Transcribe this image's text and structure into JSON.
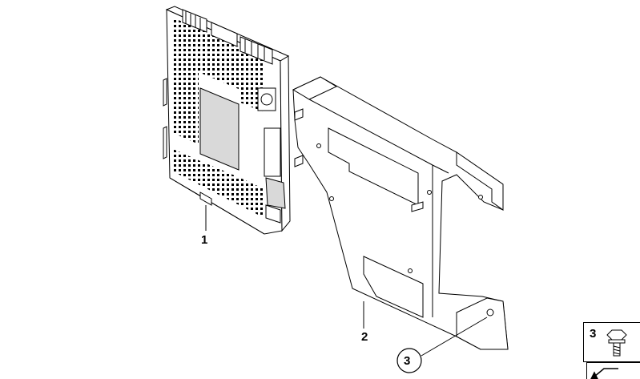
{
  "callouts": {
    "part_1": "1",
    "part_2": "2",
    "part_3": "3"
  },
  "legend": {
    "part_number": "3"
  },
  "colors": {
    "line": "#000000",
    "background": "#ffffff",
    "fill": "#ffffff",
    "shade": "#d9d9d9"
  }
}
